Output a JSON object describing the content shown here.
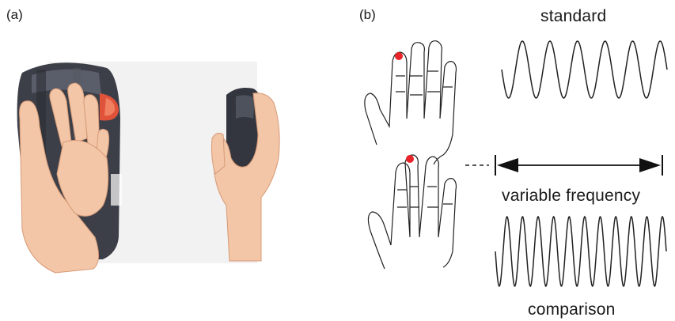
{
  "panel_a": {
    "label": "(a)",
    "devices": [
      {
        "icon": "large-vibration-device-icon"
      },
      {
        "icon": "small-vibration-device-icon"
      }
    ]
  },
  "panel_b": {
    "label": "(b)",
    "standard_label": "standard",
    "variable_label": "variable frequency",
    "comparison_label": "comparison",
    "standard_cycles": 6,
    "comparison_cycles": 11,
    "stimulus_color": "#e8232a",
    "icons": {
      "hand": "hand-icon",
      "stimulus": "stimulus-dot-icon",
      "arrow": "double-arrow-icon"
    }
  }
}
